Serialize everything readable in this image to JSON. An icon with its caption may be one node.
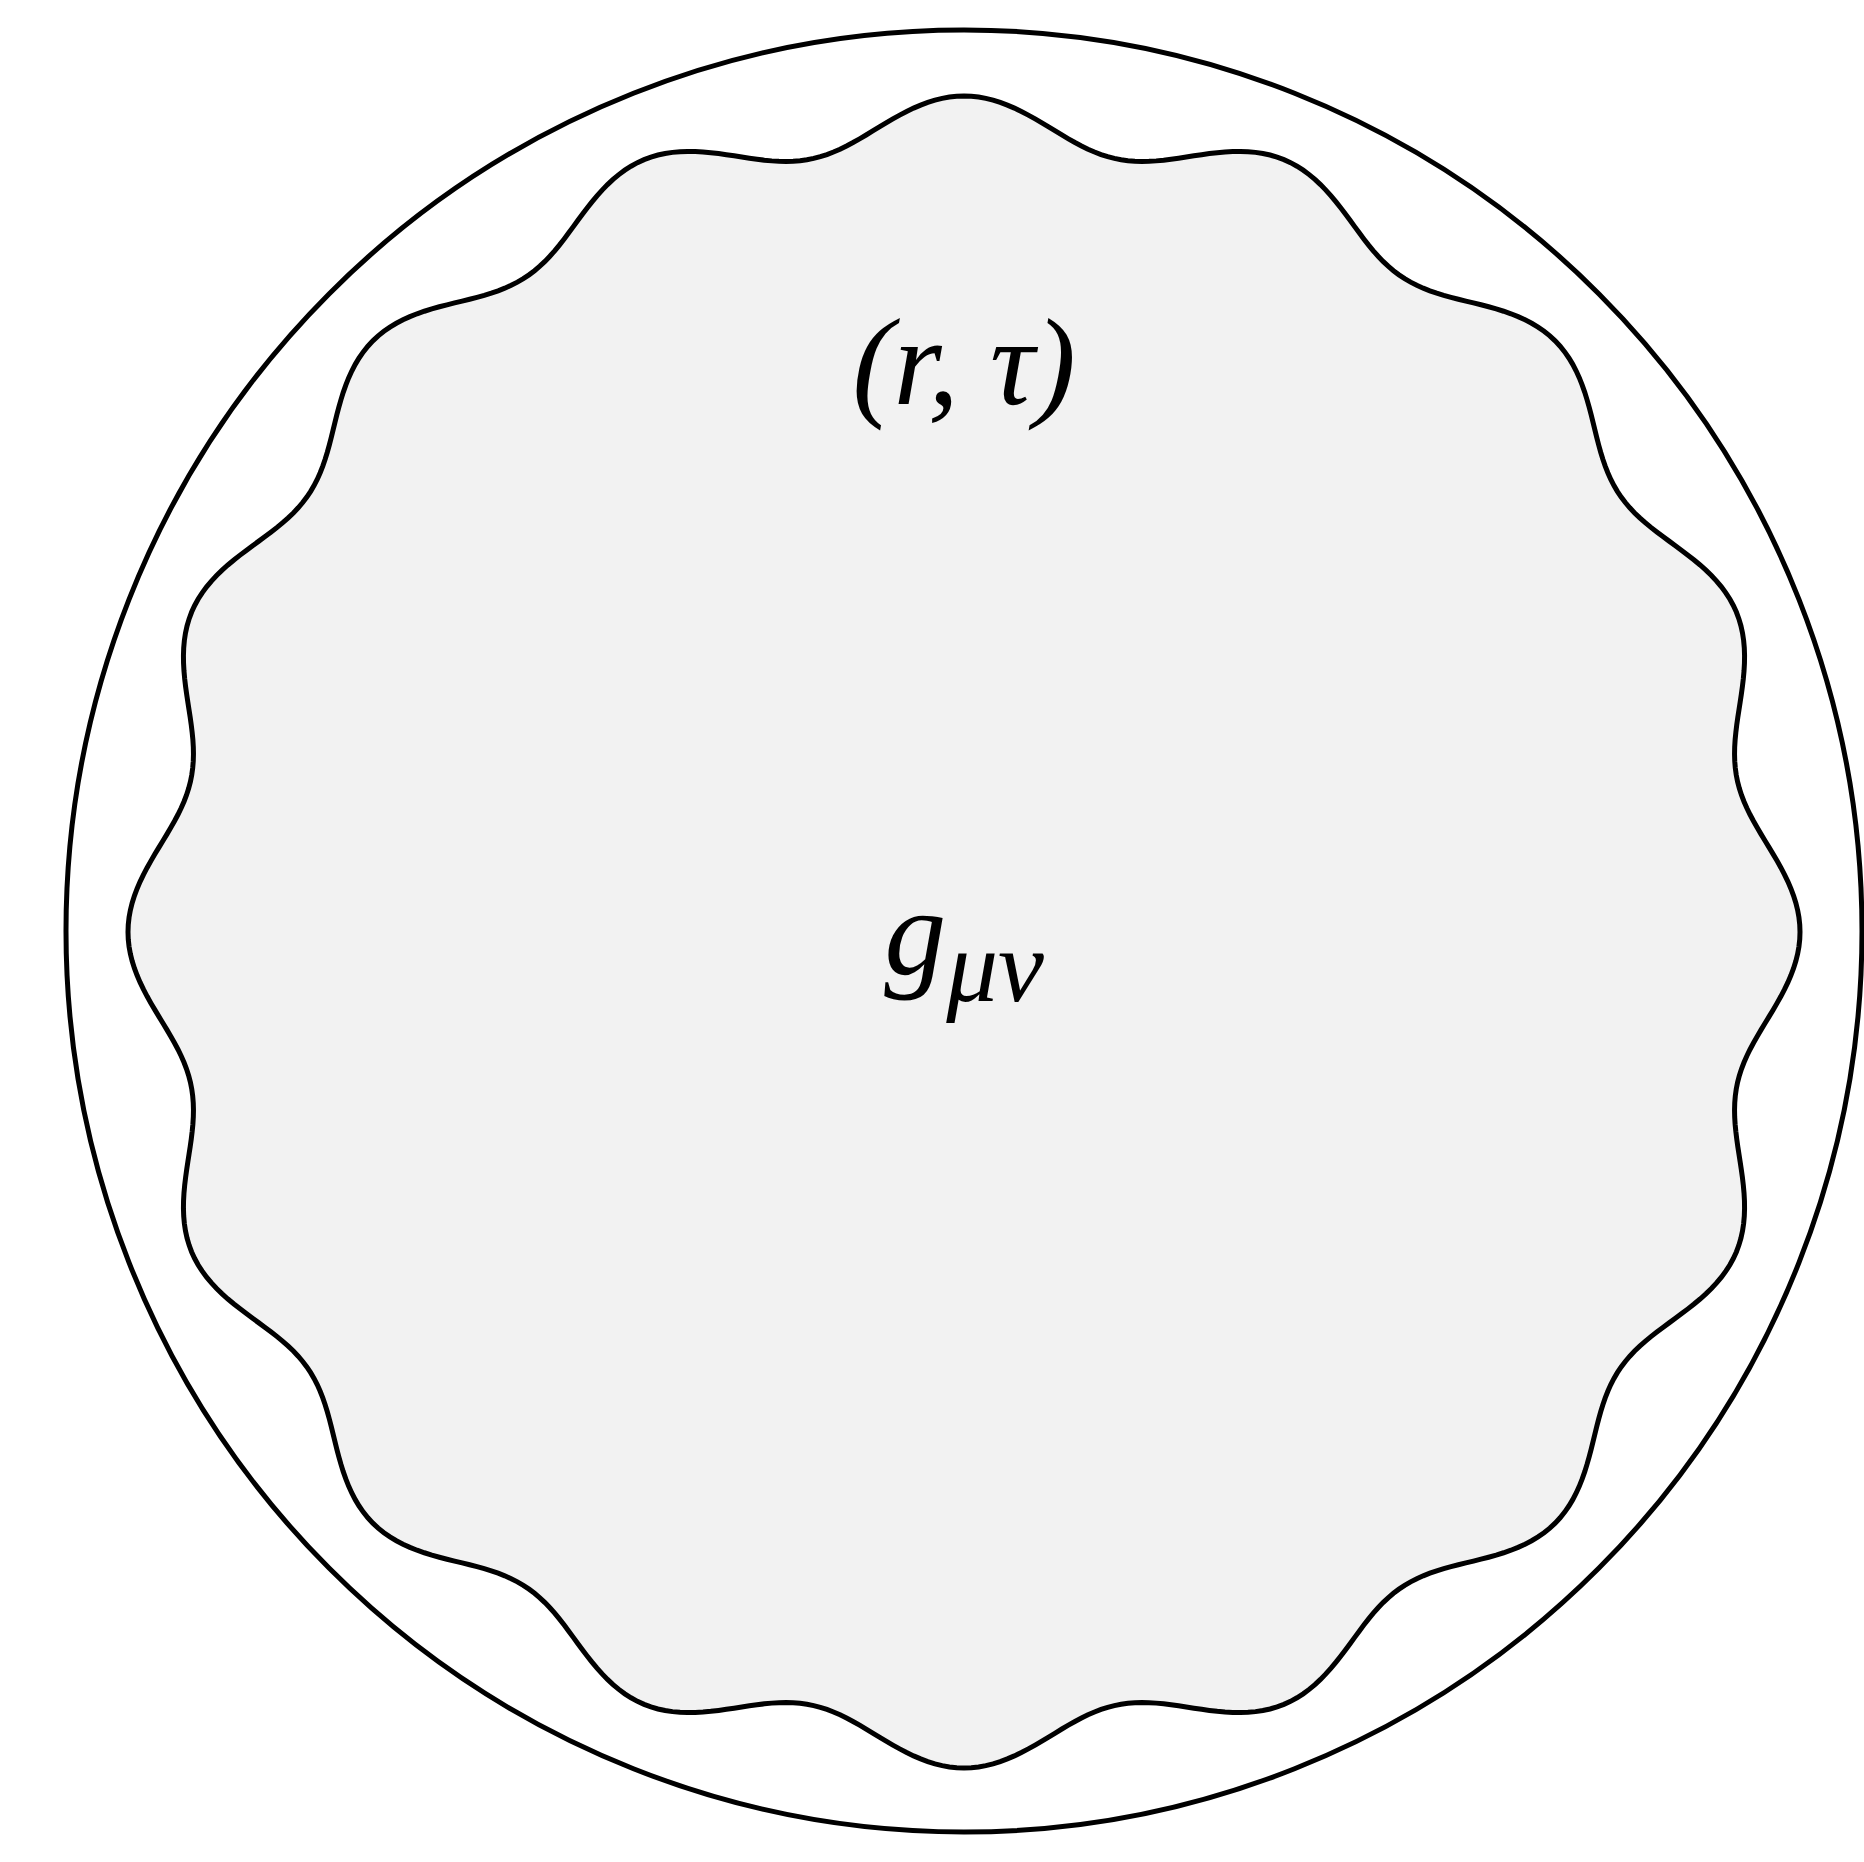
{
  "diagram": {
    "nodes": [
      {
        "text": [],
        "shape": "circle"
      },
      {
        "text": [
          "(r, τ)",
          "g$_{μν}$"
        ],
        "in": 0
      }
    ],
    "edges": []
  }
}
